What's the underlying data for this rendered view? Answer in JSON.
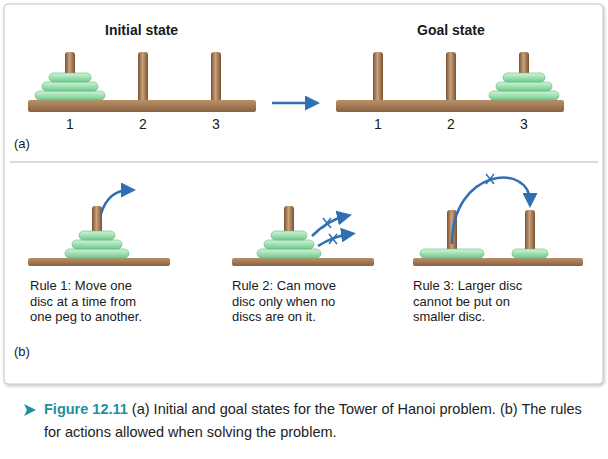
{
  "diagram": {
    "caption": "(a) Initial and goal states for the Tower of Hanoi problem. (b) The rules for actions allowed when solving the problem.",
    "labels": [
      "Initial state",
      "Goal state",
      "1",
      "2",
      "3",
      "1",
      "2",
      "3",
      "(a)",
      "Rule 1:",
      "Move one disc at a time from one peg to another.",
      "Rule 2:",
      "Can move disc only when no discs are on it.",
      "Rule 3:",
      "Larger disc cannot be put on smaller disc.",
      "(b)",
      "Figure 12.11"
    ]
  }
}
